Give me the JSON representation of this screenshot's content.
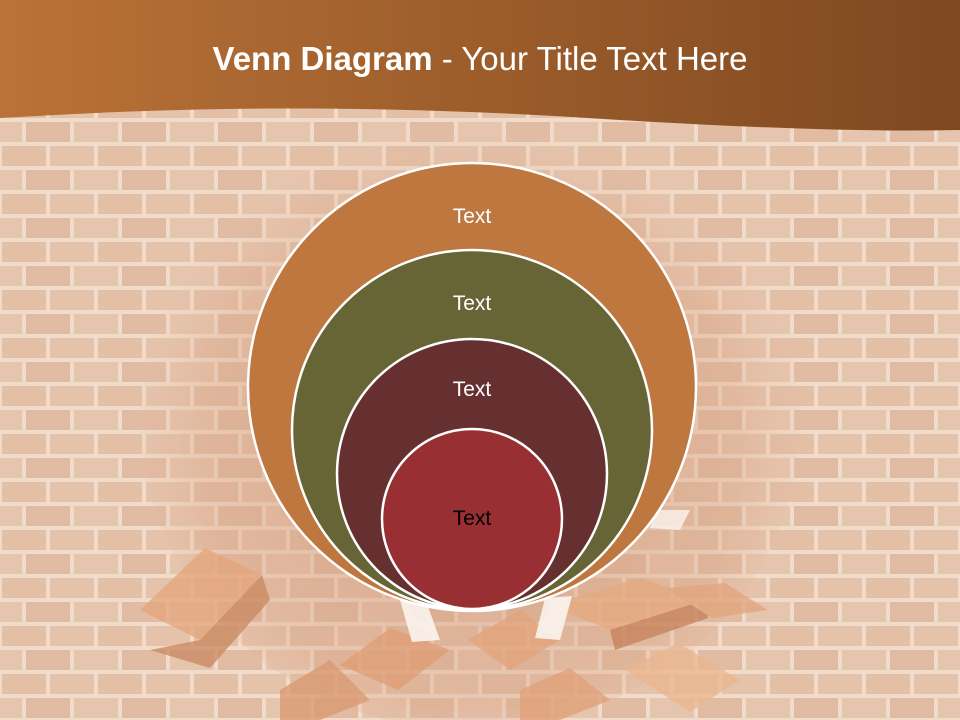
{
  "slide": {
    "title_bold": "Venn Diagram",
    "title_rest": " - Your Title Text Here"
  },
  "diagram": {
    "circles": [
      {
        "label": "Text",
        "fill": "#BE773E",
        "text_color": "#FFFFFF"
      },
      {
        "label": "Text",
        "fill": "#676435",
        "text_color": "#FFFFFF"
      },
      {
        "label": "Text",
        "fill": "#662F30",
        "text_color": "#FFFFFF"
      },
      {
        "label": "Text",
        "fill": "#982F33",
        "text_color": "#000000"
      }
    ]
  },
  "colors": {
    "header": "#9A5A2A",
    "background": "#EAC9B1",
    "brick": "#DDB197",
    "mortar": "#F3E0D1",
    "ring_stroke": "#FFFFFF"
  }
}
